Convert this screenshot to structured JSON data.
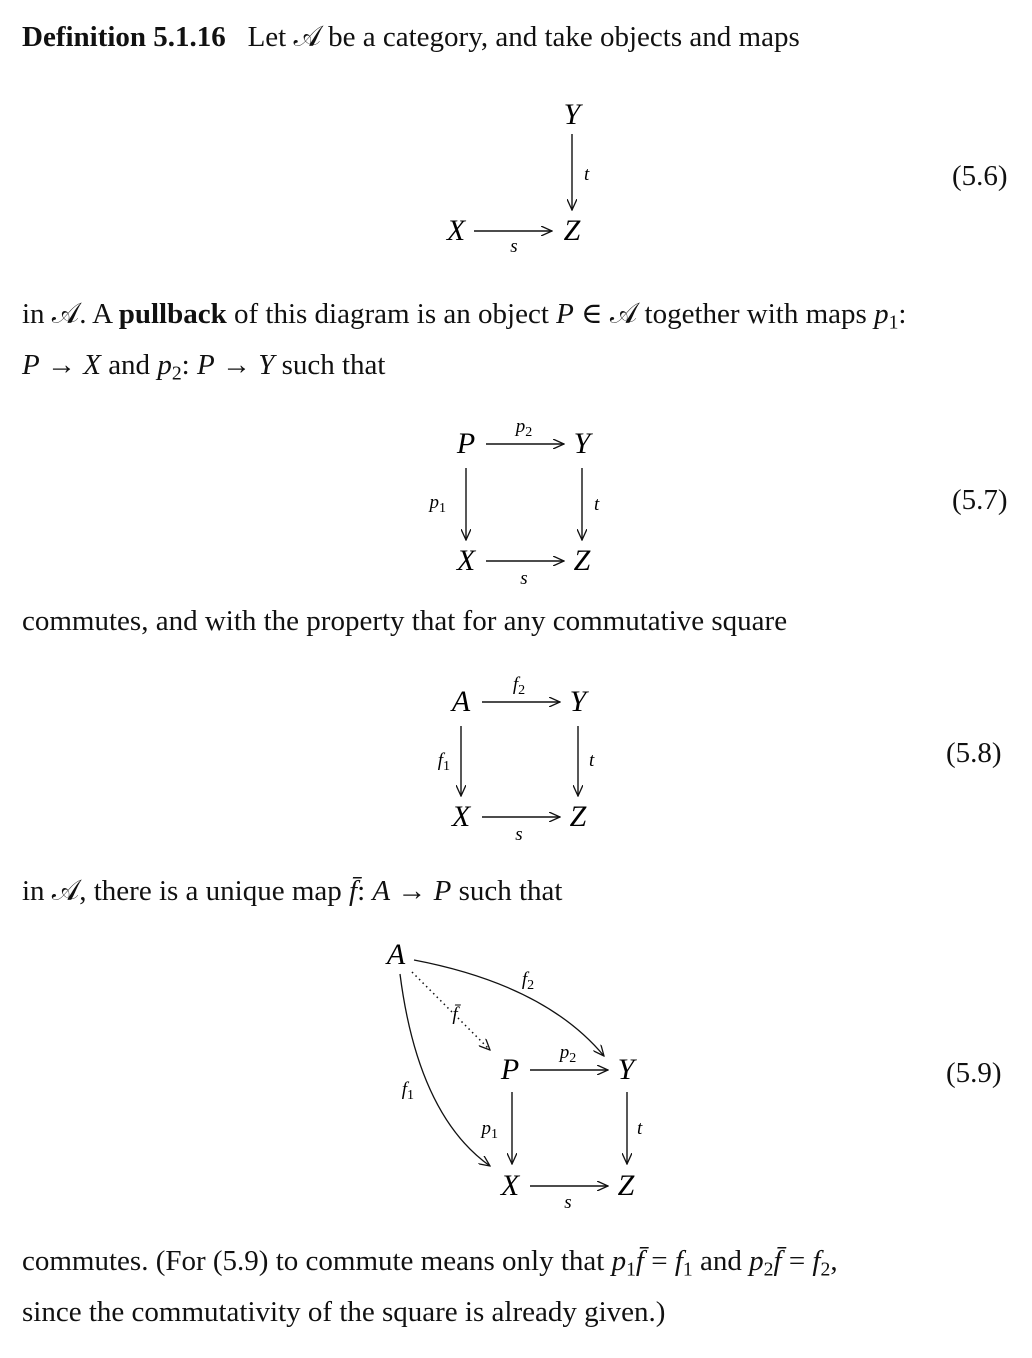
{
  "definition": {
    "label": "Definition 5.1.16",
    "intro": "Let 𝒜 be a category, and take objects and maps"
  },
  "equations": {
    "eq1": "(5.6)",
    "eq2": "(5.7)",
    "eq3": "(5.8)",
    "eq4": "(5.9)"
  },
  "paragraph2": {
    "start": "in 𝒜. A ",
    "term": "pullback",
    "rest_a": " of this diagram is an object ",
    "rest_b": " together with maps ",
    "rest_c": " such that"
  },
  "paragraph3": "commutes, and with the property that for any commutative square",
  "paragraph4": {
    "start": "in 𝒜, there is a unique map ",
    "end": " such that"
  },
  "paragraph5": {
    "a": "commutes. (For (5.9) to commute means only that ",
    "b": " and ",
    "c": ",",
    "line2": "since the commutativity of the square is already given.)"
  },
  "diagrams": {
    "cospan": {
      "top": "Y",
      "left": "X",
      "corner": "Z",
      "right_map": "t",
      "bottom_map": "s"
    },
    "pullback_square": {
      "tl": "P",
      "tr": "Y",
      "bl": "X",
      "br": "Z",
      "top_map": "p2",
      "left_map": "p1",
      "right_map": "t",
      "bottom_map": "s"
    },
    "test_square": {
      "tl": "A",
      "tr": "Y",
      "bl": "X",
      "br": "Z",
      "top_map": "f2",
      "left_map": "f1",
      "right_map": "t",
      "bottom_map": "s"
    },
    "universal": {
      "apex": "A",
      "tl": "P",
      "tr": "Y",
      "bl": "X",
      "br": "Z",
      "curve_top": "f2",
      "curve_left": "f1",
      "dotted": "f̄",
      "top_map": "p2",
      "left_map": "p1",
      "right_map": "t",
      "bottom_map": "s"
    }
  }
}
